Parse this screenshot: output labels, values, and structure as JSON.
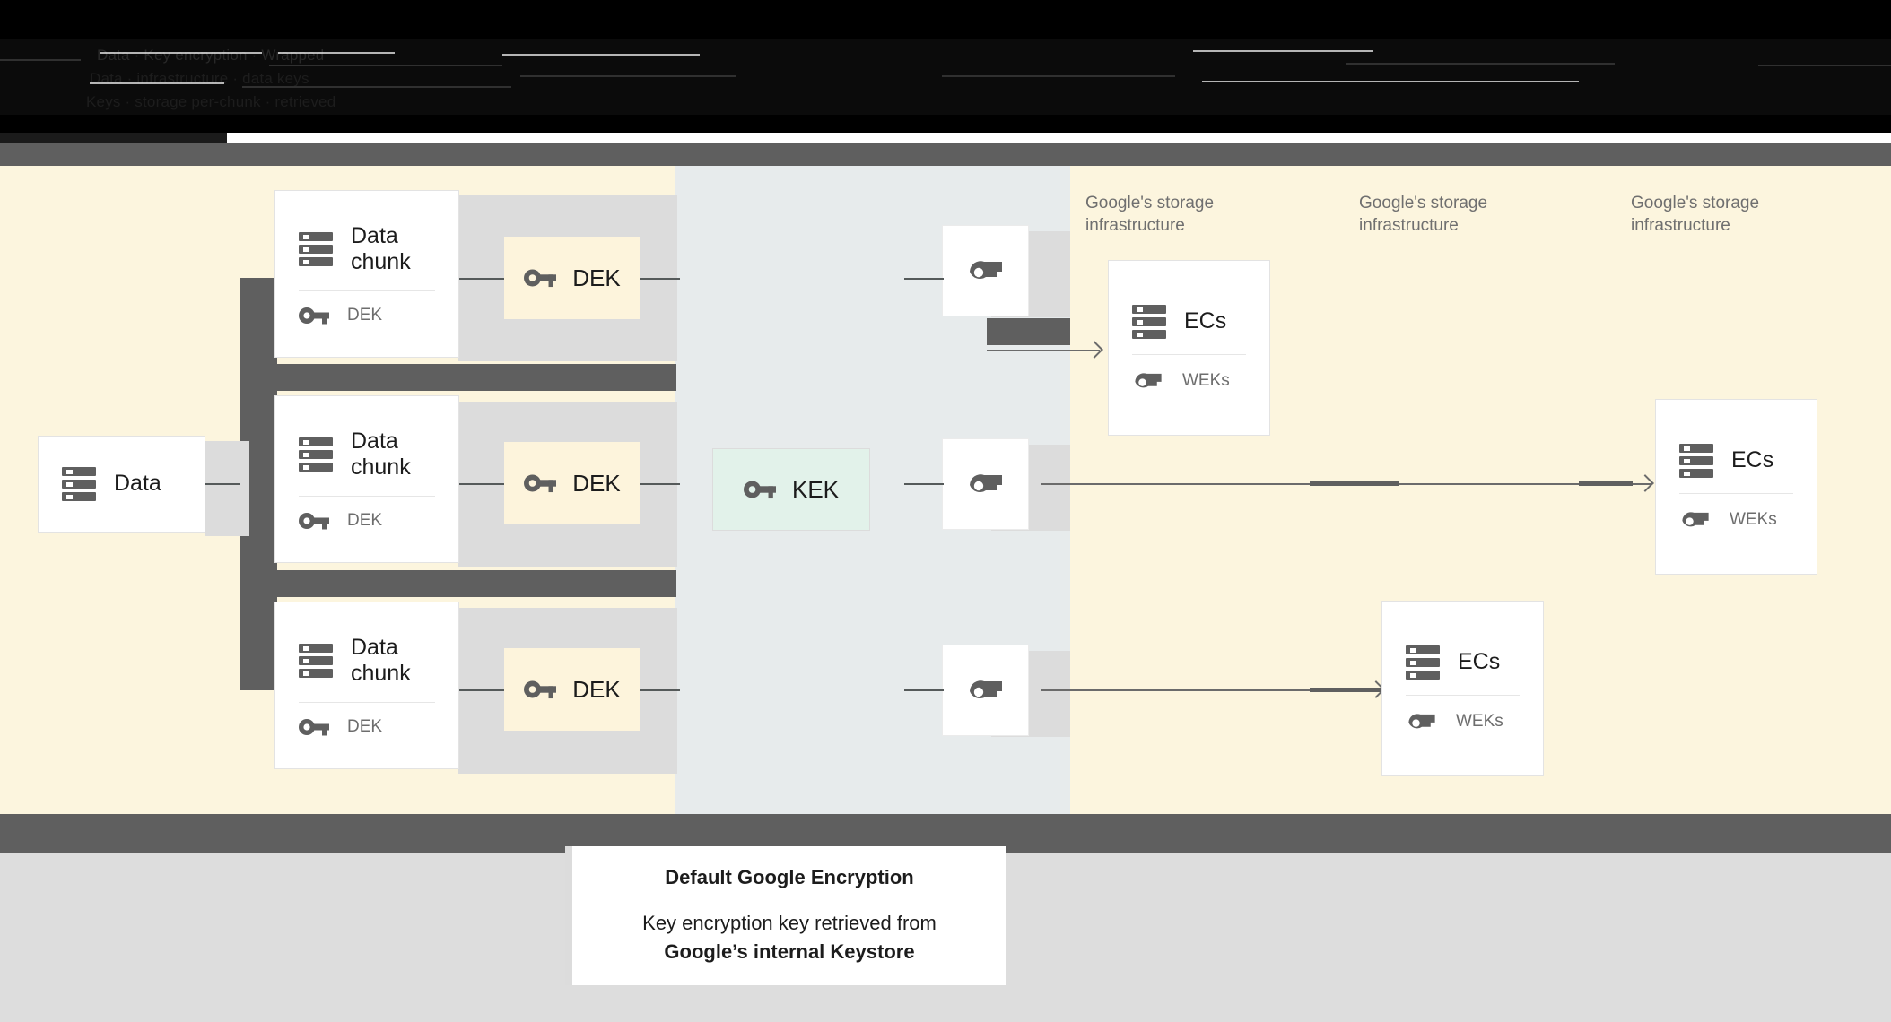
{
  "diagram": {
    "title_band": {
      "obscured": true,
      "lines": [
        "Data  ·  Key encryption  ·  Wrapped",
        "Data  ·  infrastructure  ·  data keys",
        "Keys  ·  storage per-chunk  ·  retrieved"
      ]
    },
    "columns": {
      "left_label": "",
      "middle_label": "",
      "right_label": ""
    },
    "source_card": {
      "title": "Data",
      "icon": "storage-icon"
    },
    "chunks": [
      {
        "title": "Data\nchunk",
        "sub": "DEK",
        "icon": "storage-icon",
        "sub_icon": "key-icon"
      },
      {
        "title": "Data\nchunk",
        "sub": "DEK",
        "icon": "storage-icon",
        "sub_icon": "key-icon"
      },
      {
        "title": "Data\nchunk",
        "sub": "DEK",
        "icon": "storage-icon",
        "sub_icon": "key-icon"
      }
    ],
    "deks": [
      {
        "label": "DEK",
        "icon": "key-icon"
      },
      {
        "label": "DEK",
        "icon": "key-icon"
      },
      {
        "label": "DEK",
        "icon": "key-icon"
      }
    ],
    "kek": {
      "label": "KEK",
      "icon": "key-icon"
    },
    "wrapped_keys": [
      {
        "icon": "wrapped-key-icon"
      },
      {
        "icon": "wrapped-key-icon"
      },
      {
        "icon": "wrapped-key-icon"
      }
    ],
    "infra_labels": [
      "Google's storage\ninfrastructure",
      "Google's storage\ninfrastructure",
      "Google's storage\ninfrastructure"
    ],
    "ec_cards": [
      {
        "title": "ECs",
        "sub": "WEKs",
        "icon": "storage-icon",
        "sub_icon": "wrapped-key-icon"
      },
      {
        "title": "ECs",
        "sub": "WEKs",
        "icon": "storage-icon",
        "sub_icon": "wrapped-key-icon"
      },
      {
        "title": "ECs",
        "sub": "WEKs",
        "icon": "storage-icon",
        "sub_icon": "wrapped-key-icon"
      }
    ],
    "caption": {
      "title": "Default Google Encryption",
      "body_line1": "Key encryption key retrieved from",
      "body_line2": "Google’s internal Keystore"
    },
    "colors": {
      "cream": "#fcf5de",
      "blue_grey": "#e7ebec",
      "dek_fill": "#fdf4dc",
      "kek_fill": "#e2f2ea",
      "dark_grey": "#5f5f5f",
      "shadow_grey": "#dcdcdc",
      "footer_grey": "#dddddd",
      "icon_grey": "#5f5f5f",
      "text_dark": "#1c1c1c",
      "text_muted": "#6d6d6d"
    }
  }
}
